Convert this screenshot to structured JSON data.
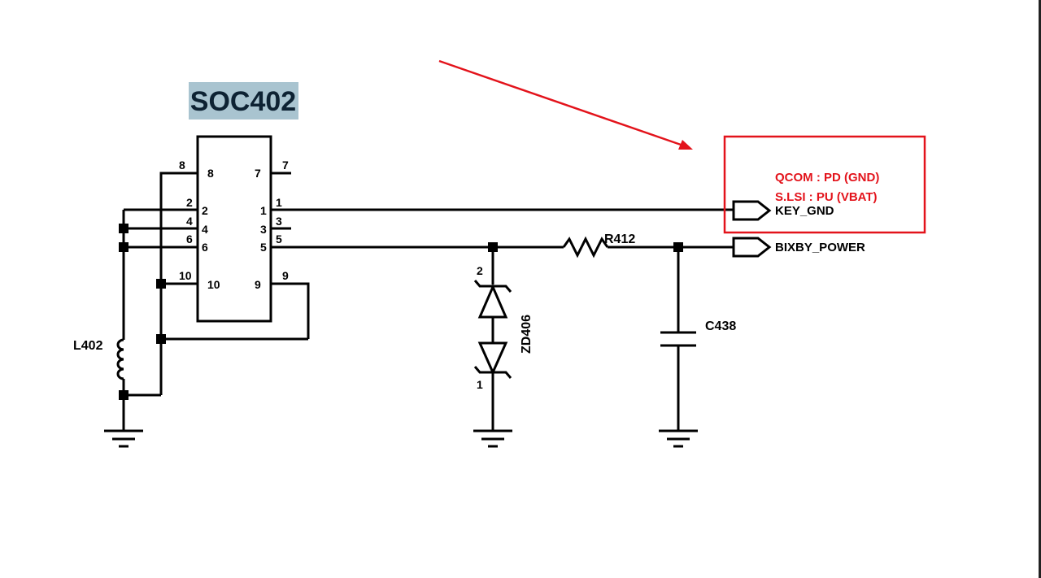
{
  "component": {
    "name": "SOC402",
    "label_bg": "#a9c4d0",
    "pins_left": [
      "8",
      "2",
      "4",
      "6",
      "10"
    ],
    "pins_right": [
      "7",
      "1",
      "3",
      "5",
      "9"
    ]
  },
  "inductor": {
    "ref": "L402"
  },
  "zener": {
    "ref": "ZD406",
    "pin_top": "2",
    "pin_bottom": "1"
  },
  "resistor": {
    "ref": "R412"
  },
  "capacitor": {
    "ref": "C438"
  },
  "nets": {
    "key": "KEY_GND",
    "bixby": "BIXBY_POWER"
  },
  "annotation": {
    "line1": "QCOM : PD (GND)",
    "line2": "S.LSI : PU (VBAT)",
    "color": "#e3131b"
  }
}
